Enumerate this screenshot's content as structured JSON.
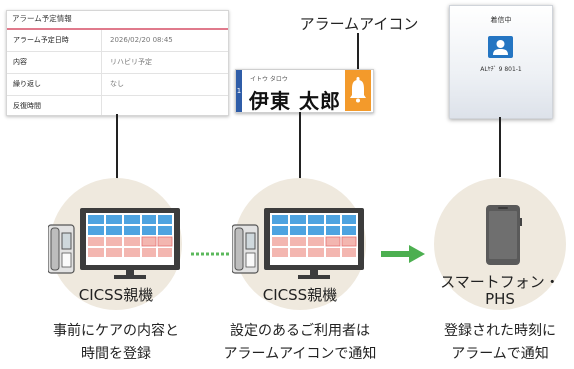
{
  "alarm_panel": {
    "header": "アラーム予定情報",
    "rows": [
      {
        "label": "アラーム予定日時",
        "value": "2026/02/20 08:45"
      },
      {
        "label": "内容",
        "value": "リハビリ予定"
      },
      {
        "label": "繰り返し",
        "value": "なし"
      },
      {
        "label": "反復時間",
        "value": ""
      }
    ]
  },
  "alarm_icon": {
    "title": "アラームアイコン",
    "room_number": "1",
    "name_kana": "イトウ タロウ",
    "name": "伊東 太郎"
  },
  "incoming": {
    "header": "着信中",
    "room": "ALﾔﾁﾞ 9 801-1"
  },
  "steps": [
    {
      "device": "CICSS親機",
      "caption_line1": "事前にケアの内容と",
      "caption_line2": "時間を登録"
    },
    {
      "device": "CICSS親機",
      "caption_line1": "設定のあるご利用者は",
      "caption_line2": "アラームアイコンで通知"
    },
    {
      "device_line1": "スマートフォン・",
      "device_line2": "PHS",
      "caption_line1": "登録された時刻に",
      "caption_line2": "アラームで通知"
    }
  ],
  "colors": {
    "circle": "#efe9de",
    "arrow": "#4caf50",
    "dotted": "#5cb85c",
    "grid_blue": "#4da3e0",
    "grid_pink": "#f3b6b0",
    "alarm": "#f39a2b",
    "room_strip": "#2f5da8"
  }
}
